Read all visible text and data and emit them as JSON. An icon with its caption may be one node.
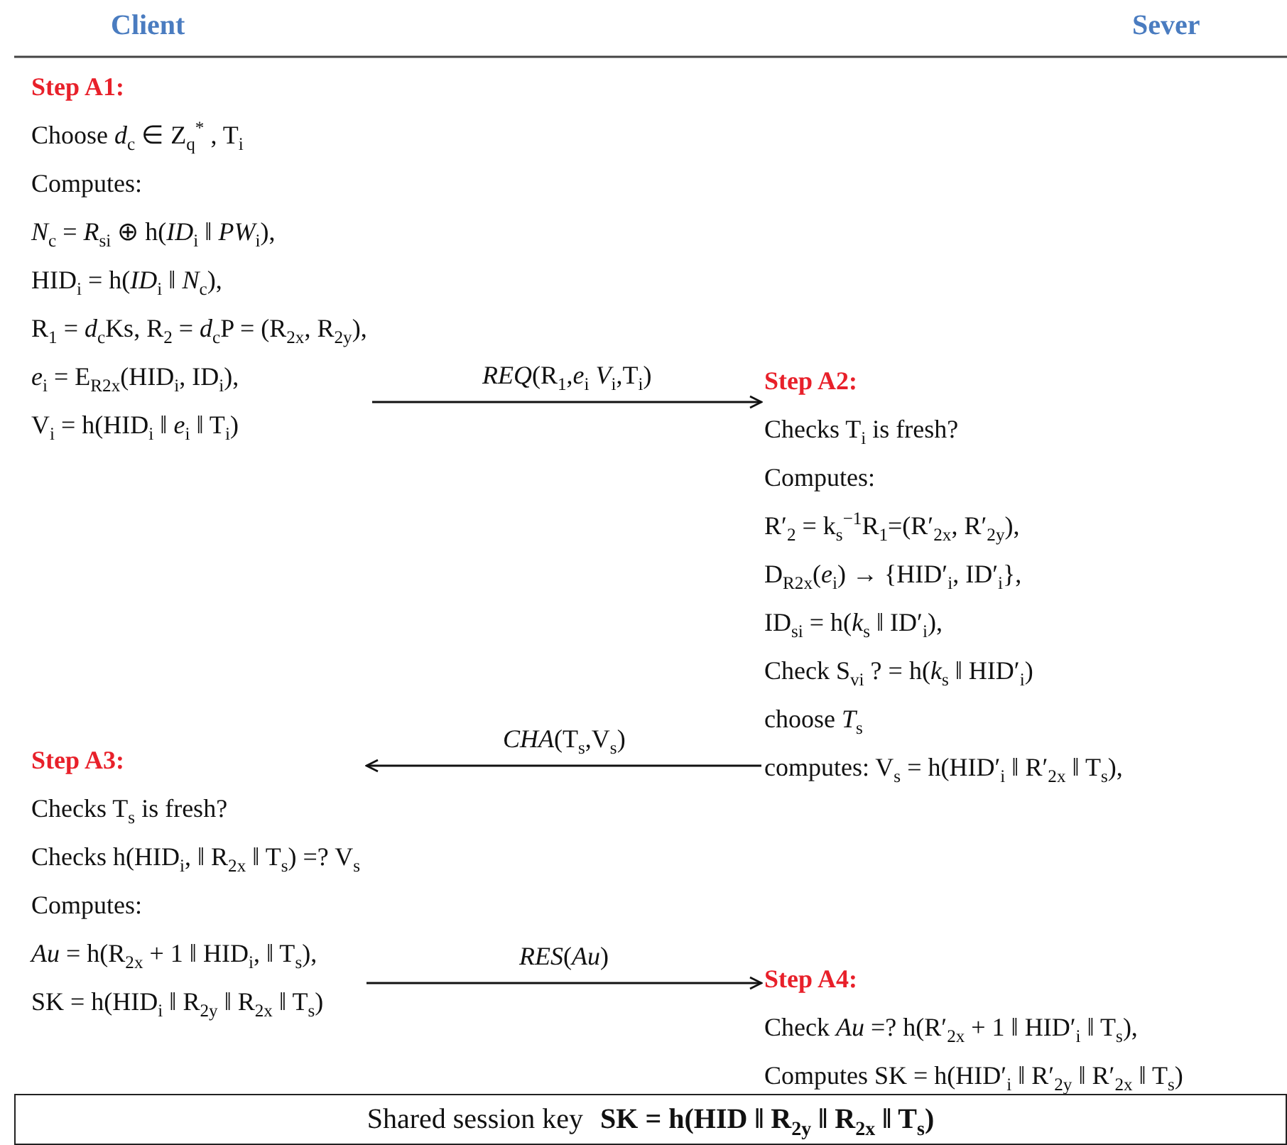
{
  "diagram": {
    "nodes": [
      {
        "text": [
          "Step A1:",
          "Choose *d*$_{c}$ ∈ Z$_{q}$$^{*}$ , T$_{i}$",
          "Computes:",
          "*N*$_{c}$ = *R*$_{si}$ ⊕ h(*ID*$_{i}$ ‖ *PW*$_{i}$),",
          "HID$_{i}$ = h(*ID*$_{i}$ ‖ *N*$_{c}$),",
          "R$_{1}$ = *d*$_{c}$Ks,   R$_{2}$ = *d*$_{c}$P = (R$_{2x}$, R$_{2y}$),",
          "*e*$_{i}$ = E$_{R2x}$(HID$_{i}$, ID$_{i}$),",
          "V$_{i}$ = h(HID$_{i}$ ‖ *e*$_{i}$ ‖ T$_{i}$)"
        ]
      },
      {
        "text": [
          "Step A2:",
          "Checks  T$_{i}$  is fresh?",
          "Computes:",
          "R′$_{2}$ = k$_{s}$$^{−1}$R$_{1}$=(R′$_{2x}$, R′$_{2y}$),",
          "D$_{R2x}$(*e*$_{i}$) → {HID′$_{i}$, ID′$_{i}$},",
          "ID$_{si}$ = h(*k*$_{s}$ ‖ ID′$_{i}$),",
          "Check  S$_{vi}$  ? = h(*k*$_{s}$ ‖ HID′$_{i}$)",
          "choose  *T*$_{s}$",
          "computes:  V$_{s}$ = h(HID′$_{i}$ ‖ R′$_{2x}$ ‖ T$_{s}$),"
        ]
      },
      {
        "text": [
          "Step A3:",
          "Checks  T$_{s}$  is fresh?",
          "Checks  h(HID$_{i}$, ‖ R$_{2x}$ ‖ T$_{s}$) =? V$_{s}$",
          "Computes:",
          "*Au* = h(R$_{2x}$ + 1 ‖ HID$_{i}$, ‖ T$_{s}$),",
          "SK = h(HID$_{i}$ ‖ R$_{2y}$ ‖ R$_{2x}$ ‖ T$_{s}$)"
        ]
      },
      {
        "text": [
          "Step A4:",
          "Check  *Au* =? h(R′$_{2x}$ + 1 ‖ HID′$_{i}$ ‖ T$_{s}$),",
          "Computes  SK = h(HID′$_{i}$ ‖ R′$_{2y}$ ‖ R′$_{2x}$ ‖ T$_{s}$)"
        ]
      },
      {
        "text": [
          "Shared session key",
          "SK = h(HID ‖ R$_{2y}$ ‖ R$_{2x}$ ‖ T$_{s}$)"
        ]
      }
    ],
    "edges": [
      {
        "from": 0,
        "to": 1,
        "arrow": "to",
        "label": "*REQ*(R$_{1}$,*e*$_{i}$  *V*$_{i}$,T$_{i}$)"
      },
      {
        "from": 1,
        "to": 2,
        "arrow": "to",
        "label": "*CHA*(T$_{s}$,V$_{s}$)"
      },
      {
        "from": 2,
        "to": 3,
        "arrow": "to",
        "label": "*RES*(*Au*)"
      }
    ],
    "labels": [
      "Client",
      "Sever"
    ]
  }
}
